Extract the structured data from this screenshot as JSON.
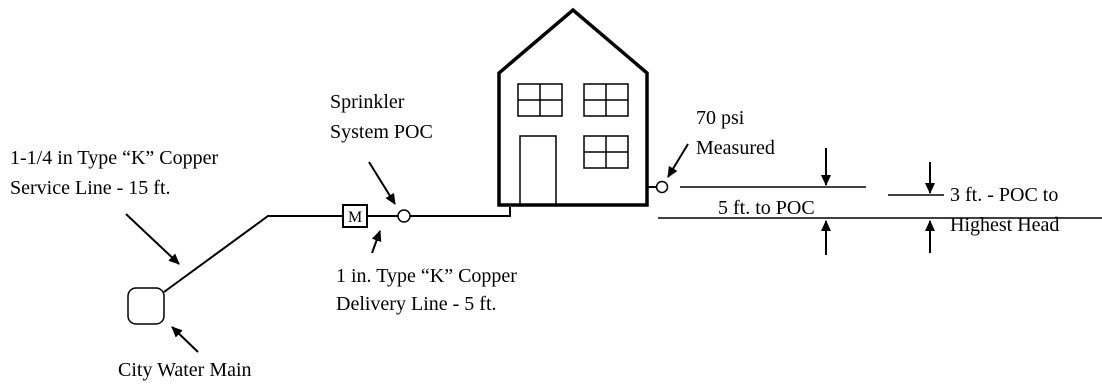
{
  "labels": {
    "service_line_1": "1-1/4 in Type “K” Copper",
    "service_line_2": "Service Line - 15 ft.",
    "city_water_main": "City Water Main",
    "sprinkler_poc_1": "Sprinkler",
    "sprinkler_poc_2": "System POC",
    "delivery_line_1": "1 in. Type “K” Copper",
    "delivery_line_2": "Delivery Line - 5 ft.",
    "meter": "M",
    "pressure_1": "70 psi",
    "pressure_2": "Measured",
    "elevation_poc": "5 ft. to POC",
    "elevation_head_1": "3 ft. - POC to",
    "elevation_head_2": "Highest Head"
  }
}
